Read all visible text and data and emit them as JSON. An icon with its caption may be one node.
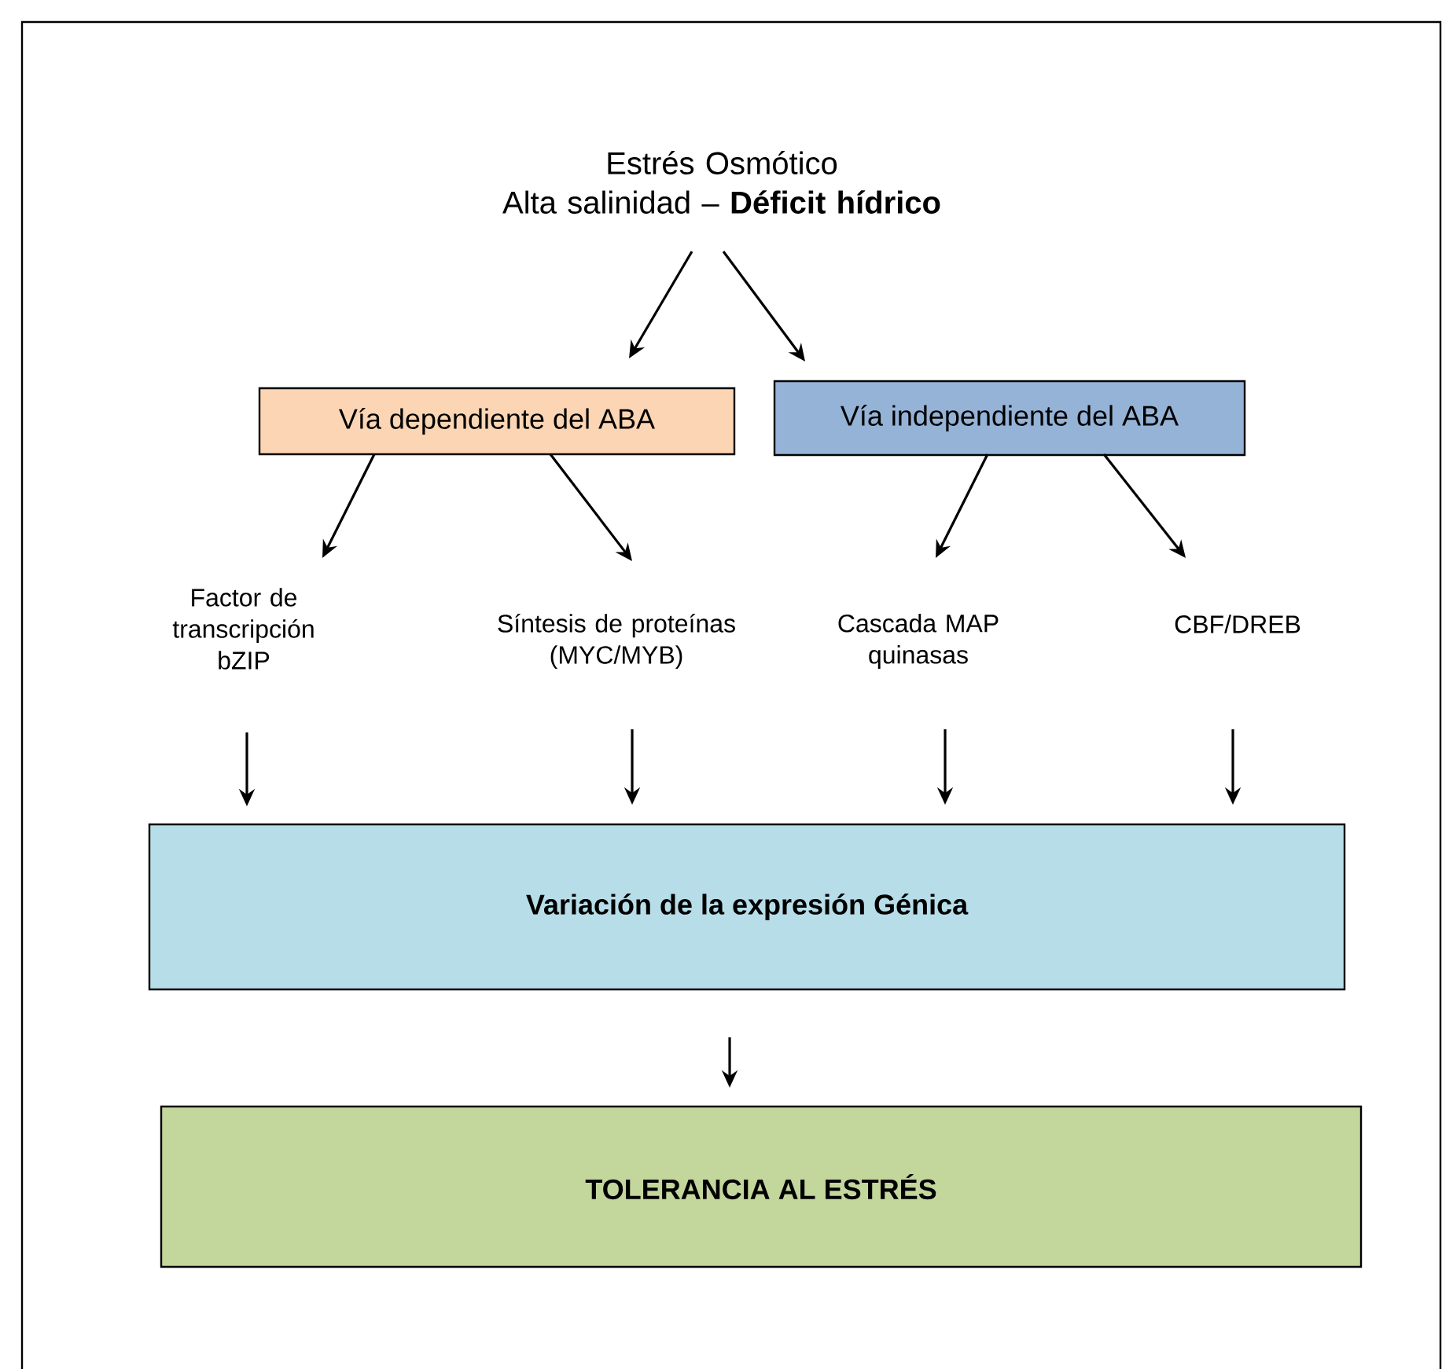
{
  "diagram": {
    "nodes": [
      {
        "text": [
          "Estrés Osmótico",
          "Alta salinidad – **Déficit hídrico**"
        ]
      },
      {
        "text": [
          "Vía dependiente del ABA"
        ]
      },
      {
        "text": [
          "Vía independiente del ABA"
        ]
      },
      {
        "text": [
          "Factor de transcripción bZIP"
        ]
      },
      {
        "text": [
          "Síntesis de proteínas (MYC/MYB)"
        ]
      },
      {
        "text": [
          "Cascada MAP quinasas"
        ]
      },
      {
        "text": [
          "CBF/DREB"
        ]
      },
      {
        "text": [
          "Variación de la expresión Génica"
        ]
      },
      {
        "text": [
          "TOLERANCIA AL ESTRÉS"
        ]
      }
    ],
    "edges": [
      {
        "from": 0,
        "to": 1,
        "arrow": "to"
      },
      {
        "from": 0,
        "to": 2,
        "arrow": "to"
      },
      {
        "from": 1,
        "to": 3,
        "arrow": "to"
      },
      {
        "from": 1,
        "to": 4,
        "arrow": "to"
      },
      {
        "from": 2,
        "to": 5,
        "arrow": "to"
      },
      {
        "from": 2,
        "to": 6,
        "arrow": "to"
      },
      {
        "from": 3,
        "to": 7,
        "arrow": "to"
      },
      {
        "from": 4,
        "to": 7,
        "arrow": "to"
      },
      {
        "from": 5,
        "to": 7,
        "arrow": "to"
      },
      {
        "from": 6,
        "to": 7,
        "arrow": "to"
      },
      {
        "from": 7,
        "to": 8,
        "arrow": "to"
      }
    ]
  }
}
